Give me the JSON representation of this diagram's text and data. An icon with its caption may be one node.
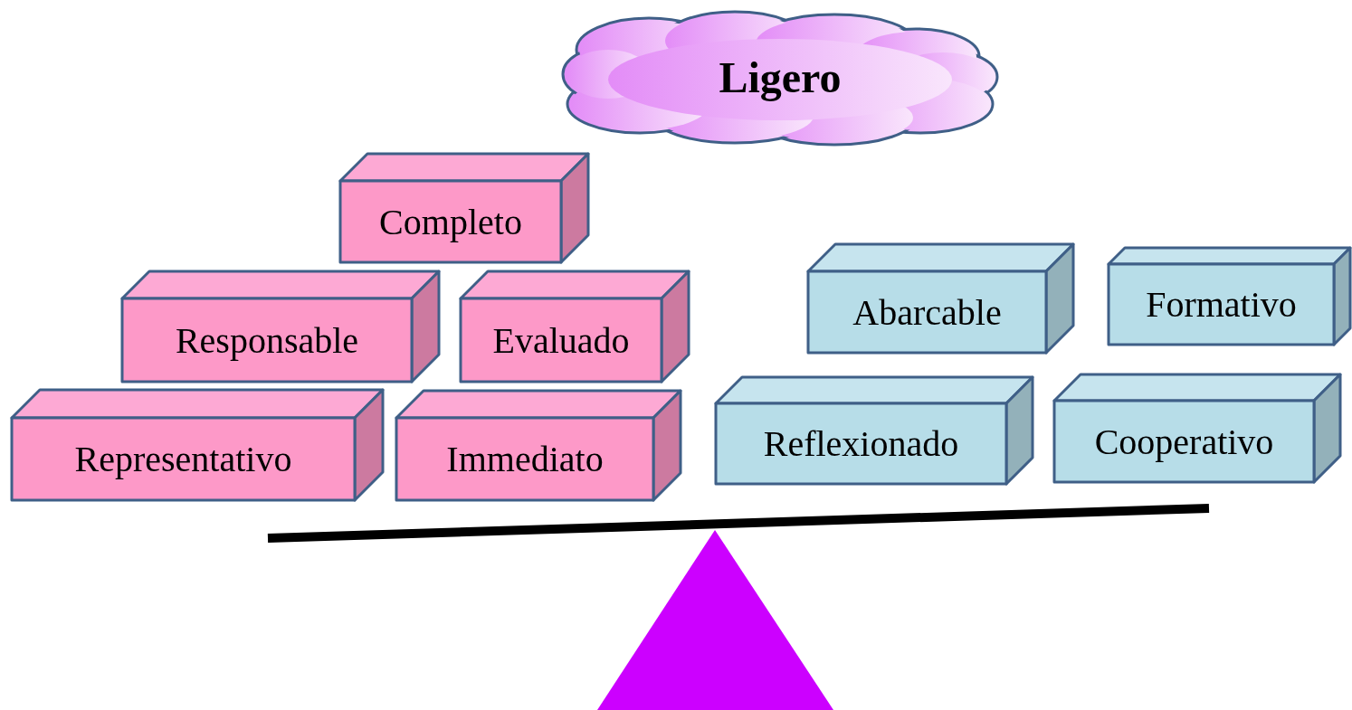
{
  "diagram": {
    "nodes": [
      {
        "text": [
          "Ligero"
        ]
      },
      {
        "text": [
          "Completo"
        ]
      },
      {
        "text": [
          "Responsable"
        ]
      },
      {
        "text": [
          "Evaluado"
        ]
      },
      {
        "text": [
          "Representativo"
        ]
      },
      {
        "text": [
          "Immediato"
        ]
      },
      {
        "text": [
          "Abarcable"
        ]
      },
      {
        "text": [
          "Formativo"
        ]
      },
      {
        "text": [
          "Reflexionado"
        ]
      },
      {
        "text": [
          "Cooperativo"
        ]
      }
    ]
  }
}
